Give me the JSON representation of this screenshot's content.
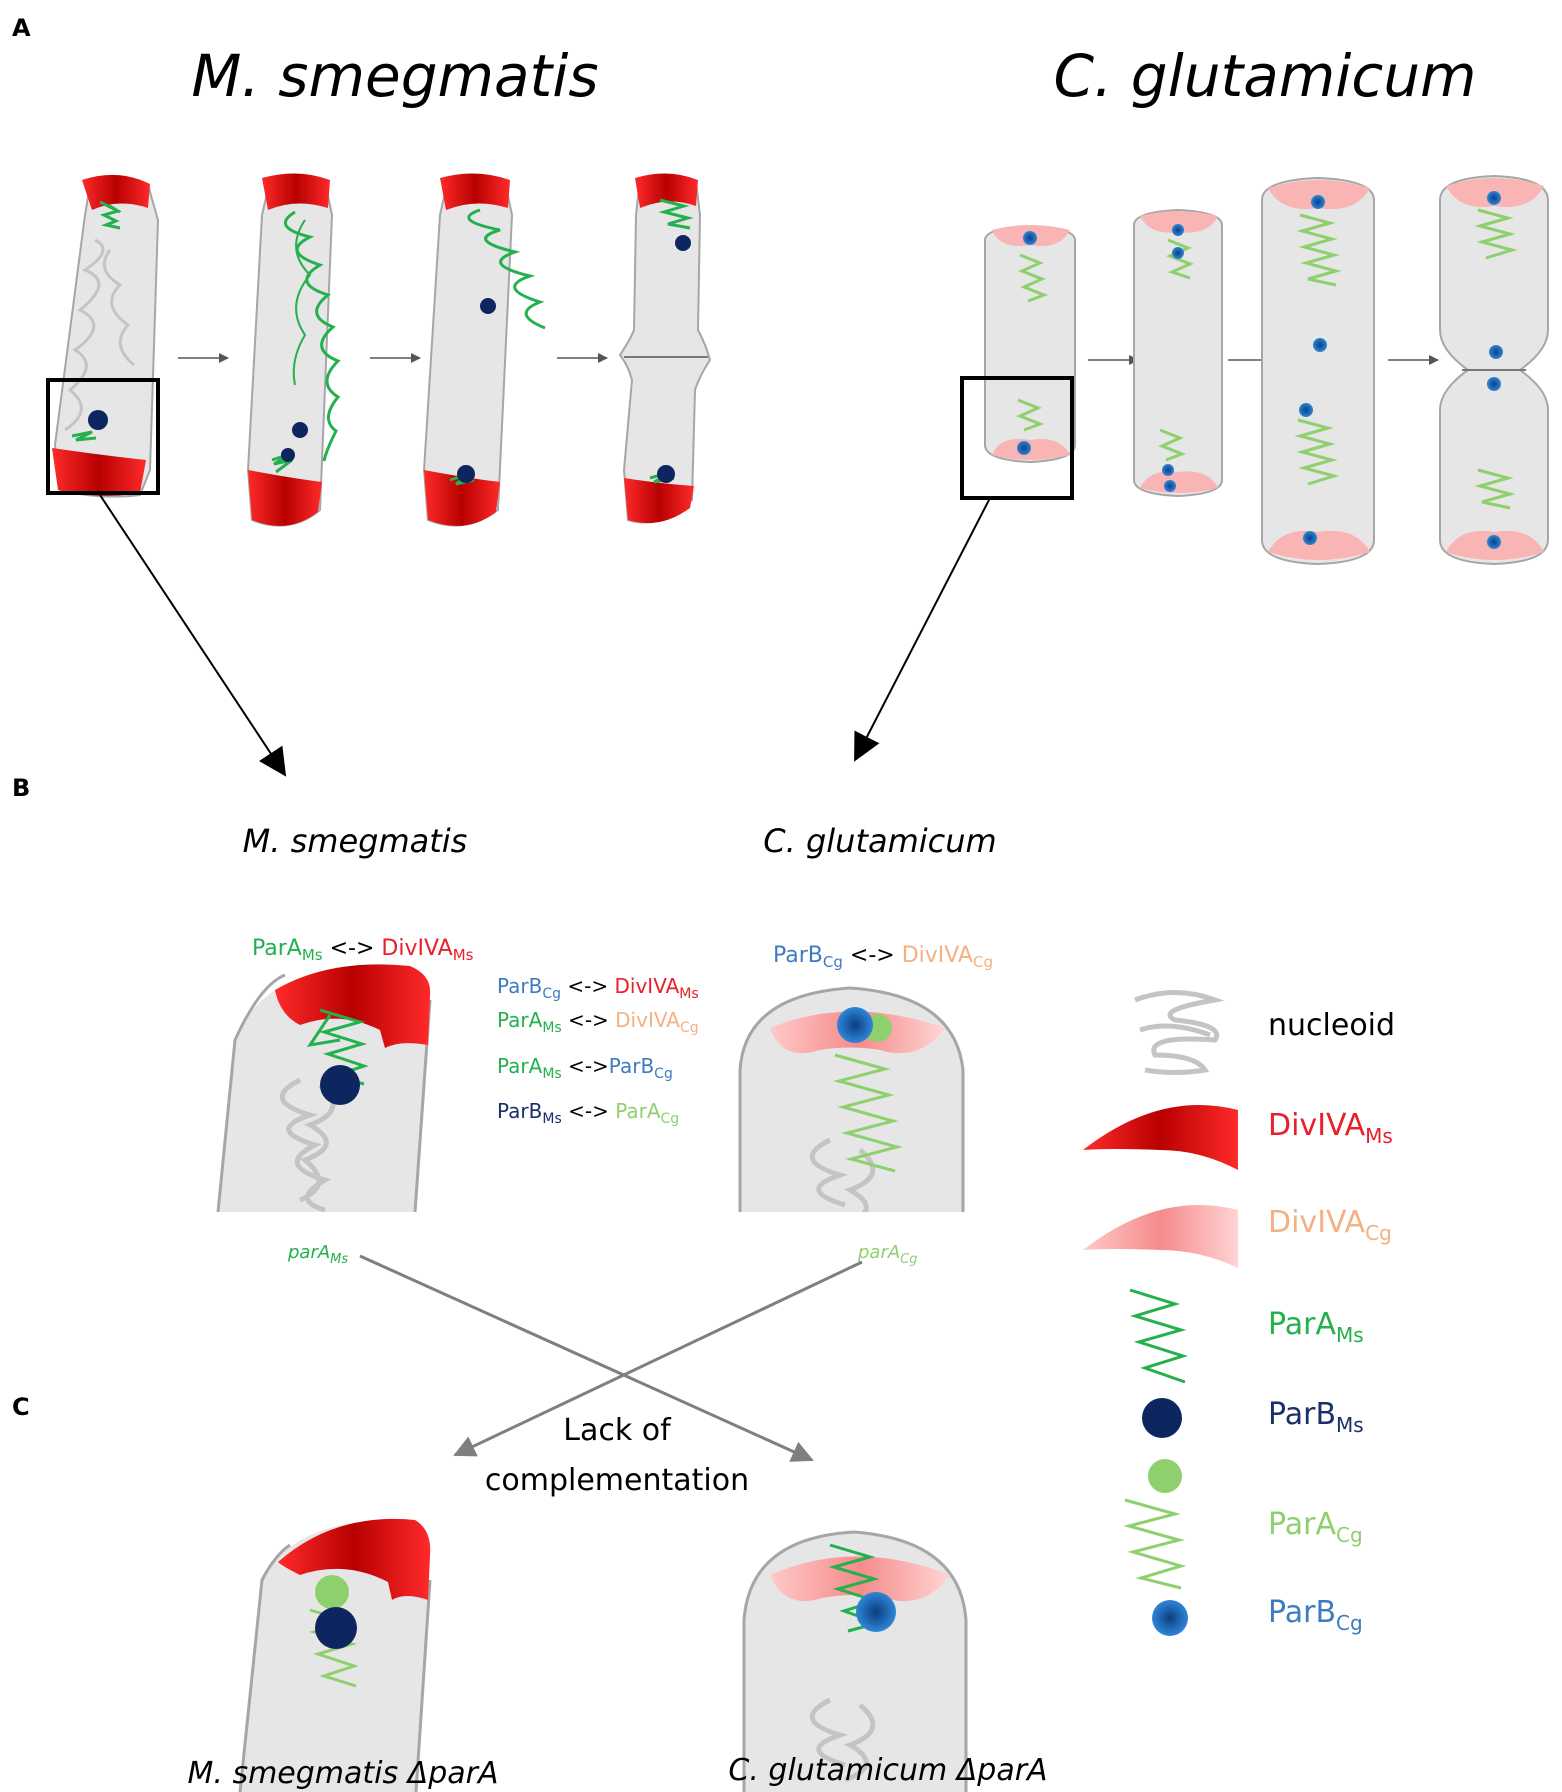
{
  "panel_a": {
    "letter": "A",
    "left_title": "M. smegmatis",
    "right_title": "C. glutamicum"
  },
  "panel_b": {
    "letter": "B",
    "left_title": "M. smegmatis",
    "right_title": "C. glutamicum",
    "ms_interaction": {
      "a": "ParA",
      "a_sub": "Ms",
      "op": " <-> ",
      "b": "DivIVA",
      "b_sub": "Ms"
    },
    "cg_interaction": {
      "a": "ParB",
      "a_sub": "Cg",
      "op": " <-> ",
      "b": "DivIVA",
      "b_sub": "Cg"
    },
    "cross_interactions": [
      {
        "a": "ParB",
        "a_sub": "Cg",
        "op": " <-> ",
        "b": "DivIVA",
        "b_sub": "Ms",
        "a_color": "#3d7cc0",
        "b_color": "#e8202a"
      },
      {
        "a": "ParA",
        "a_sub": "Ms",
        "op": " <-> ",
        "b": "DivIVA",
        "b_sub": "Cg",
        "a_color": "#23b04d",
        "b_color": "#f4b183"
      },
      {
        "a": "ParA",
        "a_sub": "Ms",
        "op": " <->",
        "b": "ParB",
        "b_sub": "Cg",
        "a_color": "#23b04d",
        "b_color": "#3d7cc0"
      },
      {
        "a": "ParB",
        "a_sub": "Ms",
        "op": " <-> ",
        "b": "ParA",
        "b_sub": "Cg",
        "a_color": "#1a2f6b",
        "b_color": "#8fd06e"
      }
    ],
    "gene_left": {
      "text": "parA",
      "sub": "Ms"
    },
    "gene_right": {
      "text": "parA",
      "sub": "Cg"
    }
  },
  "panel_c": {
    "letter": "C",
    "center_label_line1": "Lack of",
    "center_label_line2": "complementation",
    "left_title": "M. smegmatis ΔparA",
    "right_title": "C. glutamicum ΔparA"
  },
  "legend": {
    "items": [
      {
        "key": "nucleoid",
        "label": "nucleoid",
        "sub": "",
        "color": "#000000"
      },
      {
        "key": "divivams",
        "label": "DivIVA",
        "sub": "Ms",
        "color": "#e8202a"
      },
      {
        "key": "divivacg",
        "label": "DivIVA",
        "sub": "Cg",
        "color": "#f4b183"
      },
      {
        "key": "params",
        "label": "ParA",
        "sub": "Ms",
        "color": "#23b04d"
      },
      {
        "key": "parbms",
        "label": "ParB",
        "sub": "Ms",
        "color": "#1a2f6b"
      },
      {
        "key": "paracg",
        "label": "ParA",
        "sub": "Cg",
        "color": "#8fd06e"
      },
      {
        "key": "parbcg",
        "label": "ParB",
        "sub": "Cg",
        "color": "#3d7cc0"
      }
    ]
  },
  "colors": {
    "cell_fill": "#e6e6e6",
    "cell_stroke": "#a6a6a6",
    "nucleoid": "#bfbfbf",
    "divivams": "#e8202a",
    "divivacg": "#f7a0a0",
    "params": "#23b04d",
    "paracg": "#8fd06e",
    "parbms": "#0e2660",
    "parbcg": "#1f6fc1",
    "arrow_gray": "#7f7f7f"
  }
}
